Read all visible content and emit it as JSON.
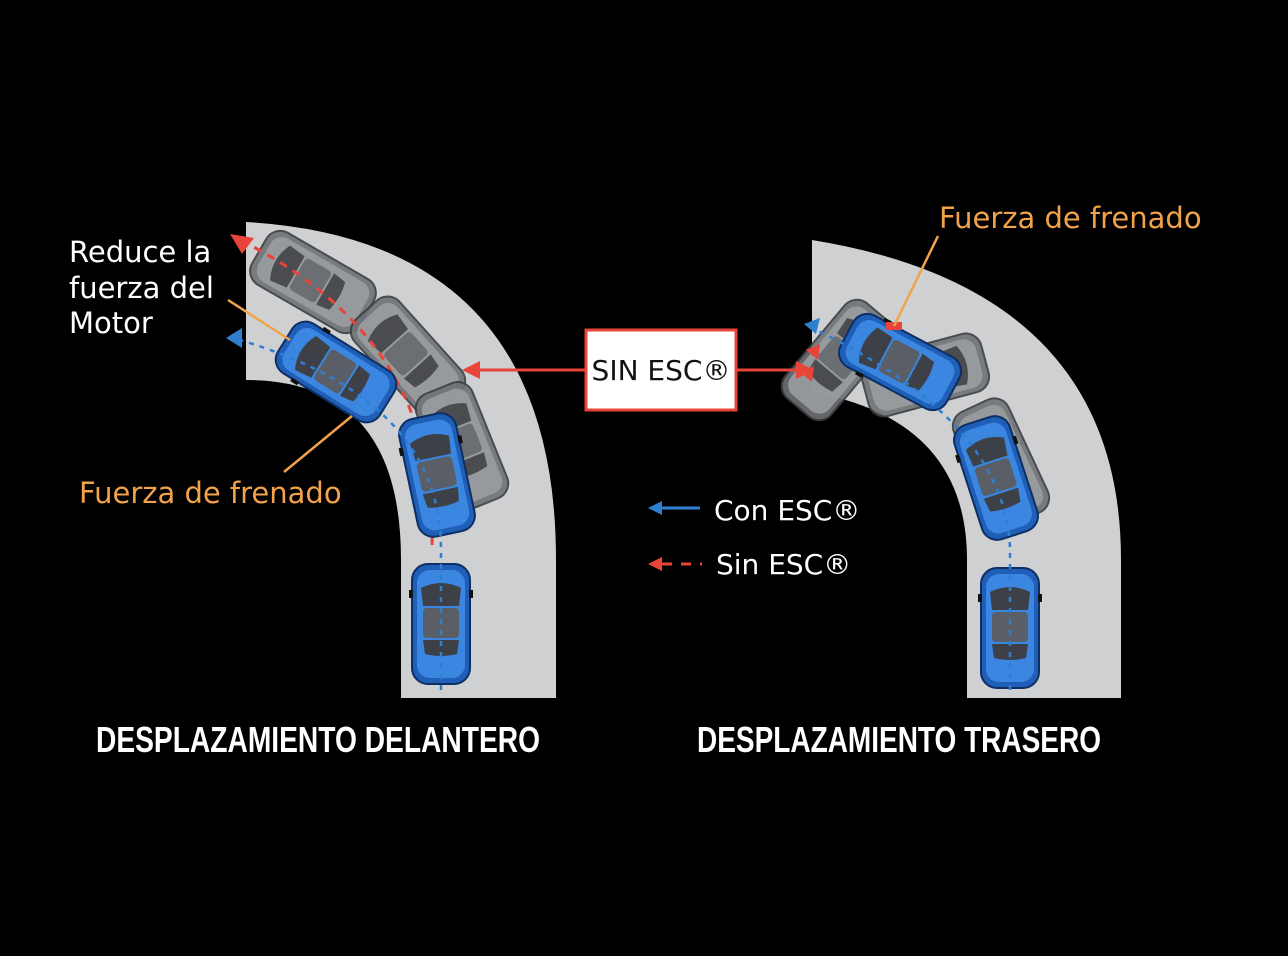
{
  "labels": {
    "left_title": "DESPLAZAMIENTO DELANTERO",
    "right_title": "DESPLAZAMIENTO TRASERO",
    "reduce_line1": "Reduce la",
    "reduce_line2": "fuerza del",
    "reduce_line3": "Motor",
    "braking_force_left": "Fuerza de frenado",
    "braking_force_right": "Fuerza de frenado",
    "center_box": "SIN ESC®"
  },
  "legend": {
    "with_esc": "Con ESC®",
    "without_esc": "Sin ESC®"
  },
  "colors": {
    "background": "#000000",
    "road": "#cfd0d2",
    "esc_blue": "#2f7fd0",
    "no_esc_red": "#e8443a",
    "label_orange": "#f2a24a",
    "car_blue": "#2a6fcf",
    "car_gray": "#8d8f93"
  }
}
